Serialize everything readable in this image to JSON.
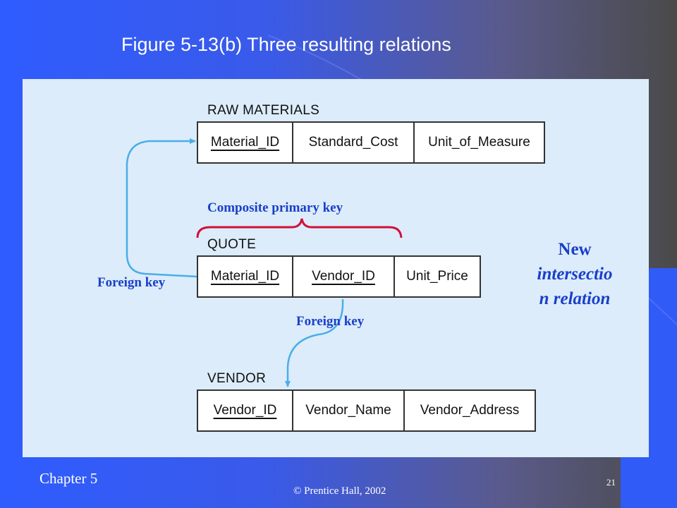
{
  "slide": {
    "title": "Figure 5-13(b) Three resulting relations",
    "footer_chapter": "Chapter 5",
    "footer_copyright": "© Prentice Hall, 2002",
    "page_number": "21"
  },
  "colors": {
    "background_left": "#2f5cff",
    "background_right": "#4a4a4a",
    "panel": "#dcecfa",
    "label_blue": "#1a3fc9",
    "arrow": "#4aaee8",
    "brace": "#d0103a"
  },
  "relations": {
    "raw_materials": {
      "name": "RAW MATERIALS",
      "attributes": [
        {
          "label": "Material_ID",
          "primary_key": true
        },
        {
          "label": "Standard_Cost",
          "primary_key": false
        },
        {
          "label": "Unit_of_Measure",
          "primary_key": false
        }
      ]
    },
    "quote": {
      "name": "QUOTE",
      "attributes": [
        {
          "label": "Material_ID",
          "primary_key": true
        },
        {
          "label": "Vendor_ID",
          "primary_key": true
        },
        {
          "label": "Unit_Price",
          "primary_key": false
        }
      ]
    },
    "vendor": {
      "name": "VENDOR",
      "attributes": [
        {
          "label": "Vendor_ID",
          "primary_key": true
        },
        {
          "label": "Vendor_Name",
          "primary_key": false
        },
        {
          "label": "Vendor_Address",
          "primary_key": false
        }
      ]
    }
  },
  "annotations": {
    "composite_primary_key": "Composite primary key",
    "foreign_key_left": "Foreign key",
    "foreign_key_bottom": "Foreign key",
    "new_intersection_line1": "New",
    "new_intersection_line2": "intersectio",
    "new_intersection_line3": "n relation"
  }
}
